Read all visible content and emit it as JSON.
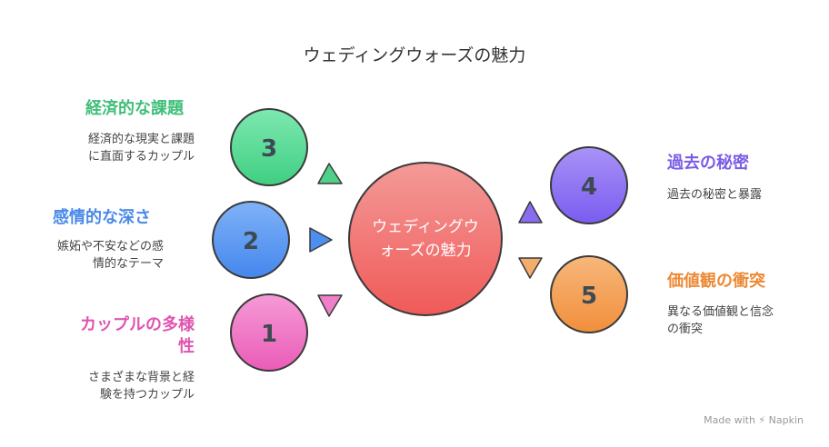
{
  "title": "ウェディングウォーズの魅力",
  "center": {
    "line1": "ウェディングウ",
    "line2": "ォーズの魅力"
  },
  "items": [
    {
      "number": "3",
      "heading": "経済的な課題",
      "desc_line1": "経済的な現実と課題",
      "desc_line2": "に直面するカップル",
      "color": "#4fd08a"
    },
    {
      "number": "2",
      "heading": "感情的な深さ",
      "desc_line1": "嫉妬や不安などの感",
      "desc_line2": "情的なテーマ",
      "color": "#4d8ff0"
    },
    {
      "number": "1",
      "heading_line1": "カップルの多様",
      "heading_line2": "性",
      "desc_line1": "さまざまな背景と経",
      "desc_line2": "験を持つカップル",
      "color": "#e85bb5"
    },
    {
      "number": "4",
      "heading": "過去の秘密",
      "desc_line1": "過去の秘密と暴露",
      "color": "#8a6cf0"
    },
    {
      "number": "5",
      "heading": "価値観の衝突",
      "desc_line1": "異なる価値観と信念",
      "desc_line2": "の衝突",
      "color": "#f2974a"
    }
  ],
  "watermark": "Made with ⚡ Napkin"
}
